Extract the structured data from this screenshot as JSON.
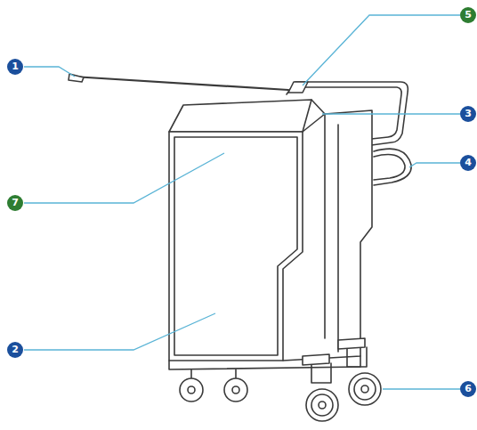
{
  "diagram": {
    "labels": [
      "1",
      "5",
      "3",
      "4",
      "7",
      "2",
      "6"
    ]
  }
}
